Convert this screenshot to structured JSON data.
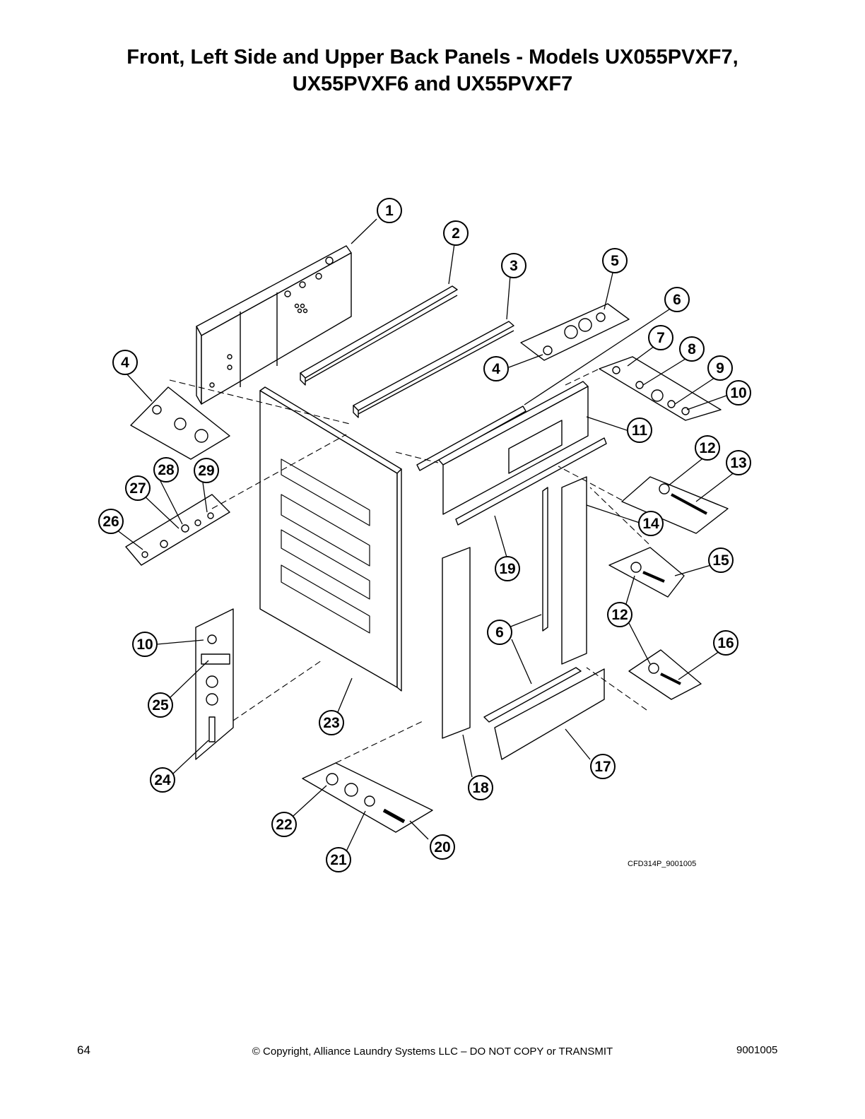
{
  "page": {
    "title_line1": "Front, Left Side and Upper Back Panels  - Models UX055PVXF7,",
    "title_line2": "UX55PVXF6 and UX55PVXF7",
    "page_number": "64",
    "copyright": "© Copyright, Alliance Laundry Systems LLC – DO NOT COPY or TRANSMIT",
    "doc_number": "9001005",
    "drawing_code": "CFD314P_9001005"
  },
  "callouts": [
    "1",
    "2",
    "3",
    "5",
    "6",
    "7",
    "8",
    "9",
    "10",
    "11",
    "12",
    "13",
    "4",
    "4",
    "28",
    "29",
    "27",
    "26",
    "14",
    "19",
    "15",
    "12",
    "6",
    "16",
    "10",
    "25",
    "23",
    "24",
    "18",
    "17",
    "22",
    "20",
    "21"
  ]
}
